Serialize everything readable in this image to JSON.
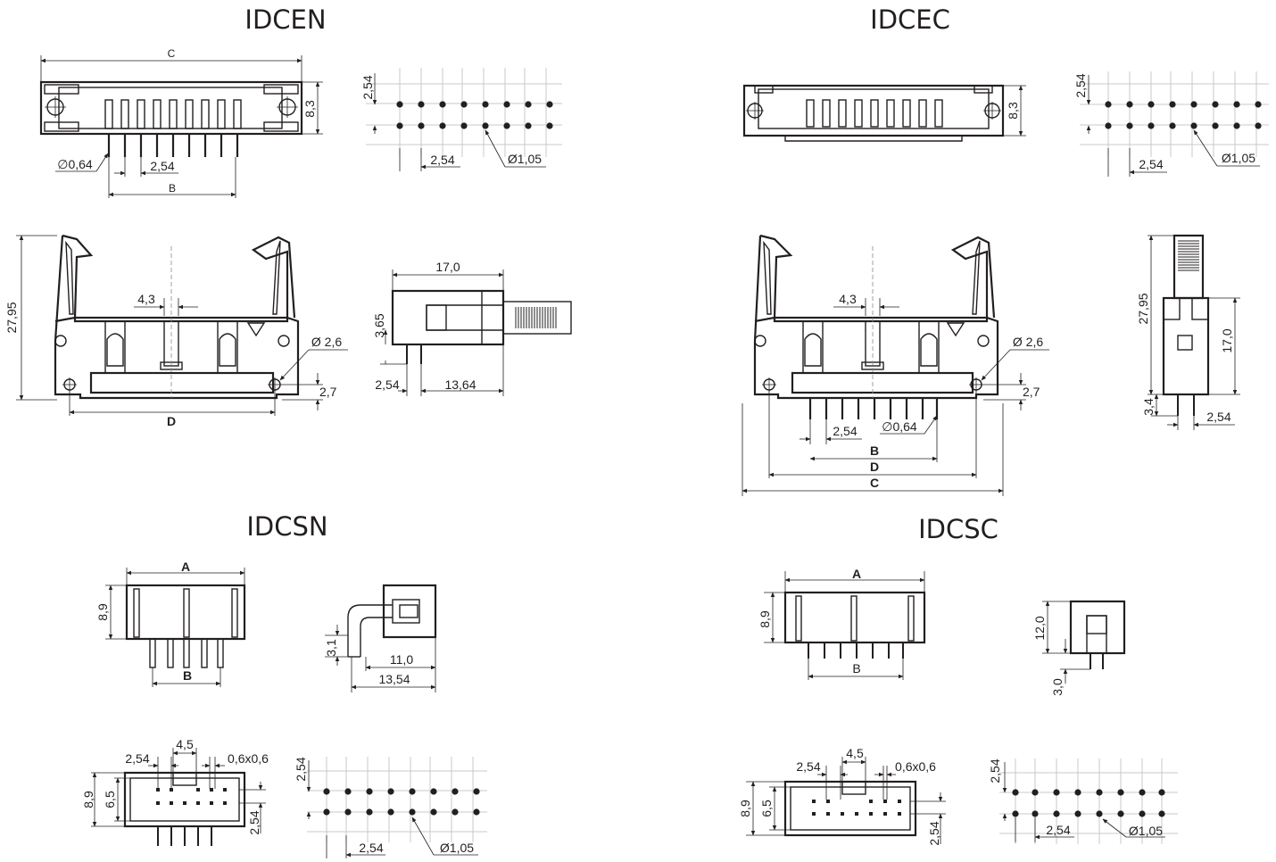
{
  "sections": {
    "idcen": {
      "title": "IDCEN"
    },
    "idcec": {
      "title": "IDCEC"
    },
    "idcsn": {
      "title": "IDCSN"
    },
    "idcsc": {
      "title": "IDCSC"
    }
  },
  "dims": {
    "C": "C",
    "B": "B",
    "D": "D",
    "A": "A",
    "d8_3": "8,3",
    "d2_54": "2,54",
    "d0_64": "∅0,64",
    "d0_64z": "∅0,64",
    "d1_05": "Ø1,05",
    "d27_95": "27,95",
    "d4_3": "4,3",
    "d2_6": "Ø 2,6",
    "d2_7": "2,7",
    "d17_0": "17,0",
    "d3_65": "3,65",
    "d13_64": "13,64",
    "d17_0b": "17,0",
    "d3_4": "3,4",
    "d8_9": "8,9",
    "d3_1": "3,1",
    "d11_0": "11,0",
    "d13_54": "13,54",
    "d12_0": "12,0",
    "d3_0": "3,0",
    "d4_5": "4,5",
    "d0_6x0_6": "0,6x0,6",
    "d6_5": "6,5"
  },
  "colors": {
    "ink": "#231f20",
    "grid": "#c8c8c8"
  }
}
